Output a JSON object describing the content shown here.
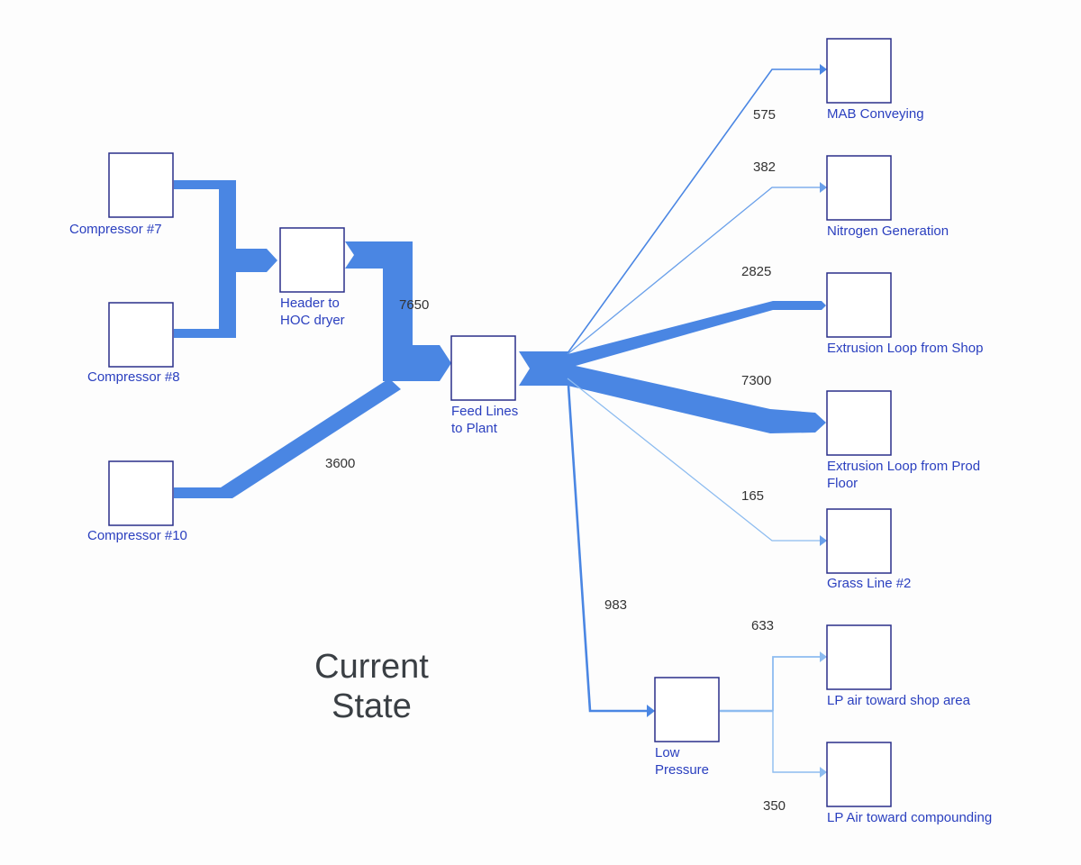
{
  "title": "Current State",
  "colors": {
    "flow_main": "#4a86e3",
    "flow_light": "#8dbcf0",
    "box_border": "#2a2f8a",
    "label": "#2a3fbf",
    "value": "#333333"
  },
  "nodes": [
    {
      "id": "comp7",
      "label": "Compressor #7"
    },
    {
      "id": "comp8",
      "label": "Compressor #8"
    },
    {
      "id": "comp10",
      "label": "Compressor #10"
    },
    {
      "id": "header",
      "label": "Header to\nHOC dryer"
    },
    {
      "id": "feed",
      "label": "Feed Lines\nto Plant"
    },
    {
      "id": "mab",
      "label": "MAB Conveying"
    },
    {
      "id": "nitrogen",
      "label": "Nitrogen Generation"
    },
    {
      "id": "ext_shop",
      "label": "Extrusion Loop from Shop"
    },
    {
      "id": "ext_prod",
      "label": "Extrusion Loop from Prod\nFloor"
    },
    {
      "id": "grass",
      "label": "Grass Line #2"
    },
    {
      "id": "low_pressure",
      "label": "Low\nPressure"
    },
    {
      "id": "lp_shop",
      "label": "LP air toward shop area"
    },
    {
      "id": "lp_comp",
      "label": "LP Air toward compounding"
    }
  ],
  "flows": [
    {
      "id": "f_header_feed",
      "source": "header",
      "target": "feed",
      "value": "7650"
    },
    {
      "id": "f_comp10_feed",
      "source": "comp10",
      "target": "feed",
      "value": "3600"
    },
    {
      "id": "f_mab",
      "source": "feed",
      "target": "mab",
      "value": "575"
    },
    {
      "id": "f_nitrogen",
      "source": "feed",
      "target": "nitrogen",
      "value": "382"
    },
    {
      "id": "f_ext_shop",
      "source": "feed",
      "target": "ext_shop",
      "value": "2825"
    },
    {
      "id": "f_ext_prod",
      "source": "feed",
      "target": "ext_prod",
      "value": "7300"
    },
    {
      "id": "f_grass",
      "source": "feed",
      "target": "grass",
      "value": "165"
    },
    {
      "id": "f_low",
      "source": "feed",
      "target": "low_pressure",
      "value": "983"
    },
    {
      "id": "f_lp_shop",
      "source": "low_pressure",
      "target": "lp_shop",
      "value": "633"
    },
    {
      "id": "f_lp_comp",
      "source": "low_pressure",
      "target": "lp_comp",
      "value": "350"
    }
  ]
}
